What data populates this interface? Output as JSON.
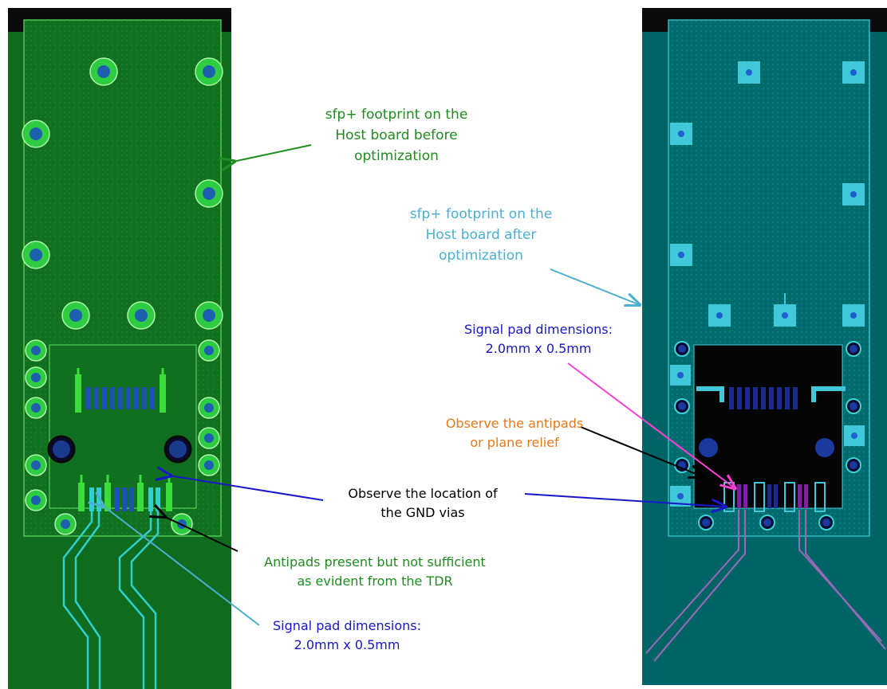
{
  "colors": {
    "before_board": "#0f6b1e",
    "after_board": "#006466",
    "label_green": "#1e8c1e",
    "label_cyan": "#4bafd0",
    "label_blue": "#1818c8",
    "label_orange": "#e87818",
    "label_black": "#000000",
    "arrow_magenta": "#ff40d0"
  },
  "labels": {
    "before_footprint": [
      "sfp+ footprint on the",
      "Host board before",
      "optimization"
    ],
    "after_footprint": [
      "sfp+ footprint on the",
      "Host board after",
      "optimization"
    ],
    "signal_pad_right": [
      "Signal pad dimensions:",
      "2.0mm x 0.5mm"
    ],
    "observe_antipads": [
      "Observe the antipads",
      "or plane relief"
    ],
    "observe_gnd": [
      "Observe the location of",
      "the GND vias"
    ],
    "antipads_present": [
      "Antipads present but not sufficient",
      "as evident from the TDR"
    ],
    "signal_pad_left": [
      "Signal pad dimensions:",
      "2.0mm x 0.5mm"
    ]
  }
}
